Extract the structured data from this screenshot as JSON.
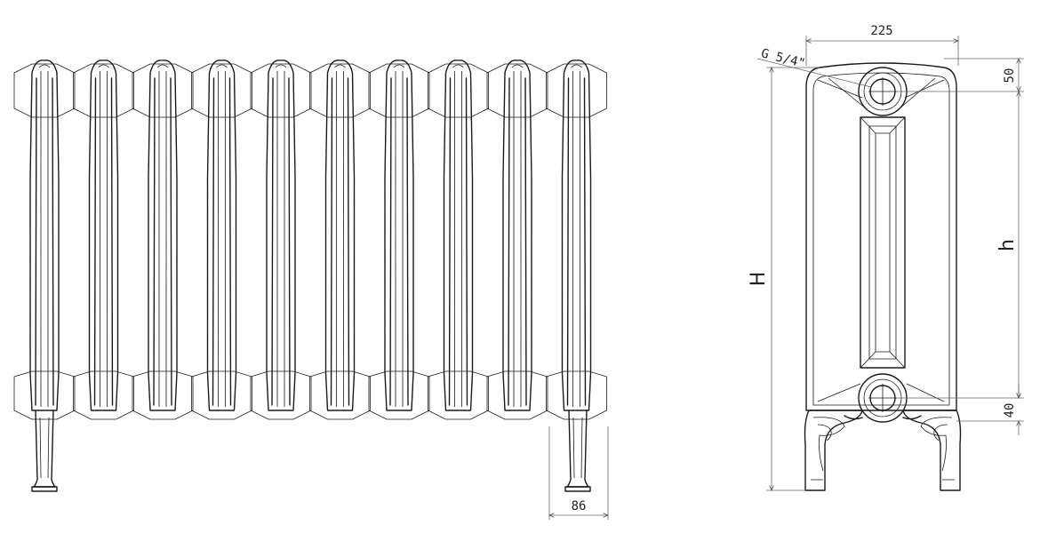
{
  "diagram": {
    "section_count": 10,
    "front_view": {
      "dim_section_depth": "86"
    },
    "side_view": {
      "dim_width": "225",
      "dim_top_offset": "50",
      "dim_bottom_offset": "40",
      "thread_label": "G 5/4\"",
      "label_total_height": "H",
      "label_axis_height": "h"
    }
  }
}
